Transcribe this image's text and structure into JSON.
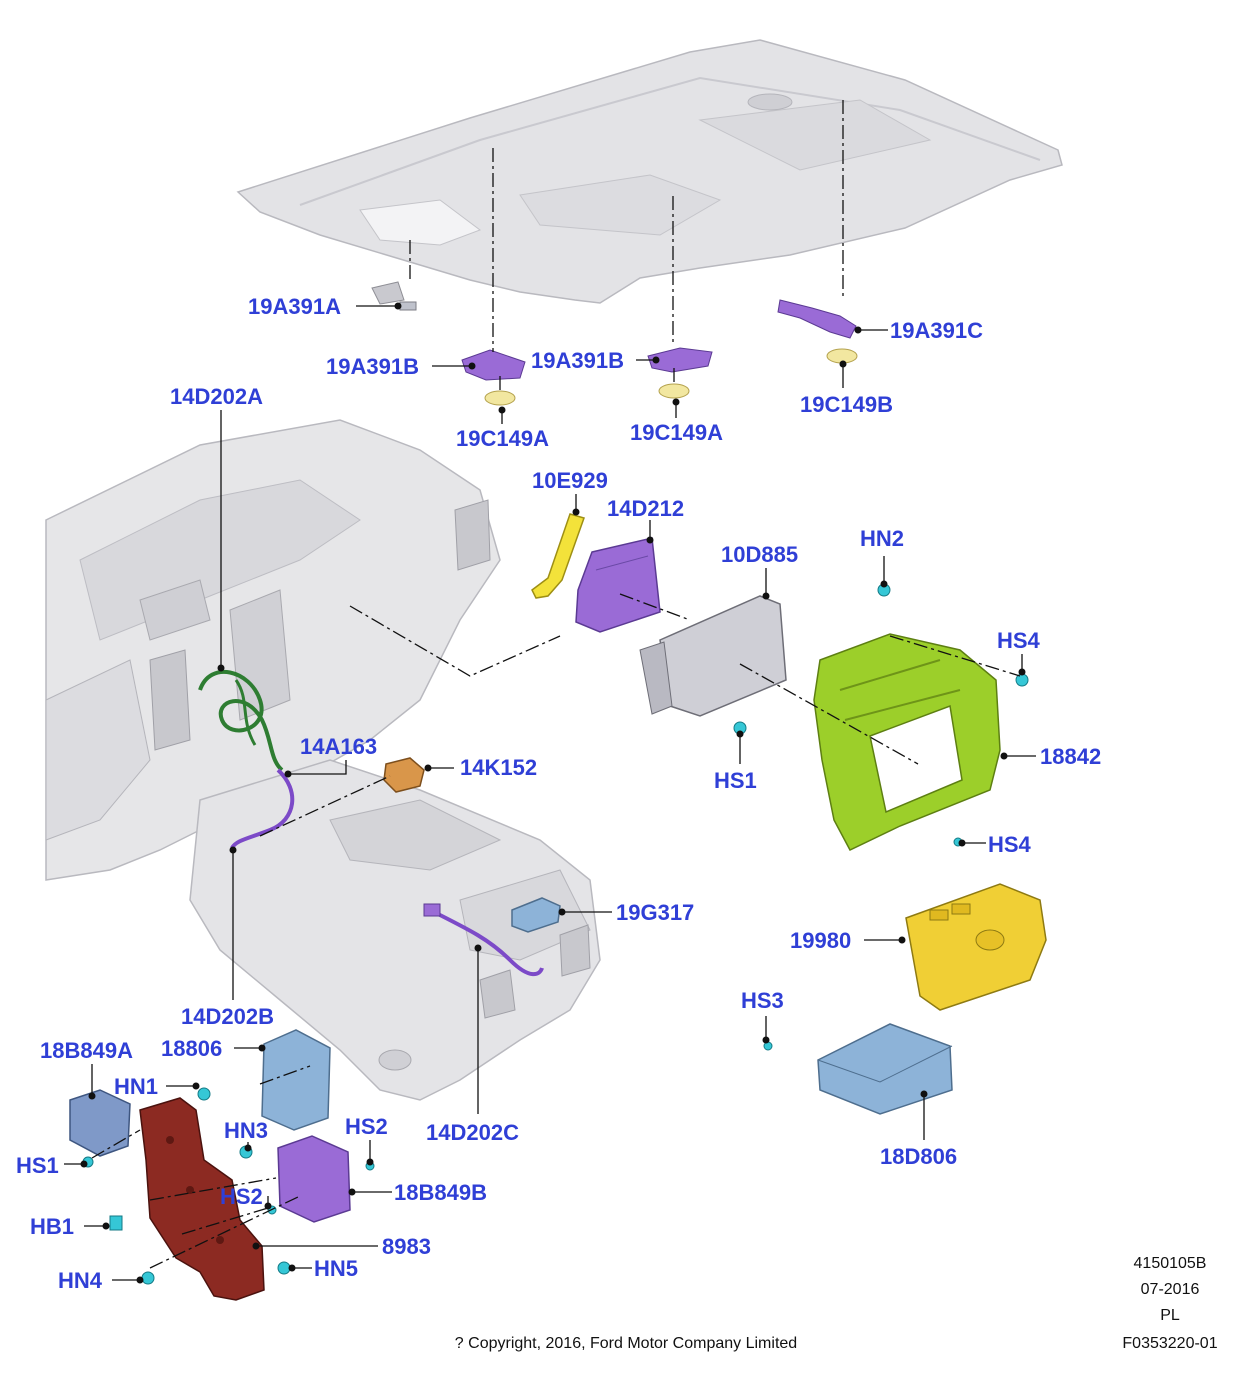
{
  "diagram": {
    "labels": {
      "headliner_clip_a": "19A391A",
      "headliner_clip_b_left": "19A391B",
      "headliner_clip_b_mid": "19A391B",
      "headliner_clip_c": "19A391C",
      "lamp_bezel_a_left": "19C149A",
      "lamp_bezel_a_mid": "19C149A",
      "lamp_bezel_b": "19C149B",
      "harness_14d202a": "14D202A",
      "module_10e929": "10E929",
      "module_14d212": "14D212",
      "module_10d885": "10D885",
      "nut_hn2": "HN2",
      "screw_hs4_top": "HS4",
      "bracket_18842": "18842",
      "screw_hs4_bottom": "HS4",
      "screw_hs1_right": "HS1",
      "harness_14a163": "14A163",
      "connector_14k152": "14K152",
      "connector_19g317": "19G317",
      "control_19980": "19980",
      "screw_hs3": "HS3",
      "module_18d806": "18D806",
      "harness_14d202b": "14D202B",
      "harness_14d202c": "14D202C",
      "module_18b849a": "18B849A",
      "module_18806": "18806",
      "nut_hn1": "HN1",
      "nut_hn3": "HN3",
      "screw_hs2_top": "HS2",
      "screw_hs1_left": "HS1",
      "module_18b849b": "18B849B",
      "screw_hs2_mid": "HS2",
      "bolt_hb1": "HB1",
      "bracket_8983": "8983",
      "nut_hn4": "HN4",
      "nut_hn5": "HN5"
    },
    "footer": {
      "code": "4150105B",
      "date": "07-2016",
      "lang": "PL",
      "figure_id": "F0353220-01",
      "copyright": "? Copyright, 2016, Ford Motor Company Limited"
    },
    "colors": {
      "label_blue": "#2f3fd6",
      "headliner": "#e3e3e6",
      "dash": "#e6e6e8",
      "purple_part": "#9a6bd6",
      "green_bracket": "#9ccf2a",
      "gold_panel": "#f0cf35",
      "blue_module": "#8db3d8",
      "orange_connector": "#d9964a",
      "teal_fastener": "#35c7d6",
      "maroon_bracket": "#8c2a22",
      "harness_green": "#2e7d32",
      "yellow_antenna": "#f3e23a",
      "gray_module": "#cfcfd6"
    }
  }
}
